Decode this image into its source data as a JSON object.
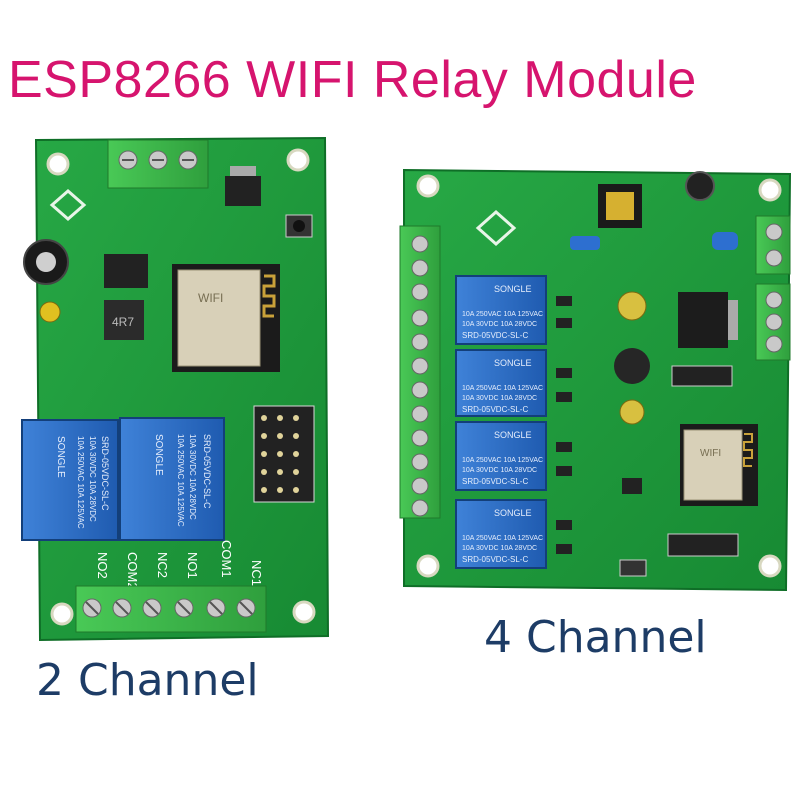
{
  "title": "ESP8266 WIFI Relay Module",
  "caption_left": "2 Channel",
  "caption_right": "4 Channel",
  "colors": {
    "title": "#d6146e",
    "caption": "#1d3c66",
    "pcb": "#1f9a3c",
    "relay": "#2a6ec8",
    "terminal": "#3fbf4a"
  },
  "relay": {
    "brand": "SONGLE",
    "rating_1": "10A 250VAC 10A 125VAC",
    "rating_2": "10A 30VDC 10A 28VDC",
    "model": "SRD-05VDC-SL-C"
  },
  "module_label": "WIFI",
  "pins_2ch": [
    "NO2",
    "COM2",
    "NC2",
    "NO1",
    "COM1",
    "NC1"
  ],
  "inductor_label": "4R7"
}
